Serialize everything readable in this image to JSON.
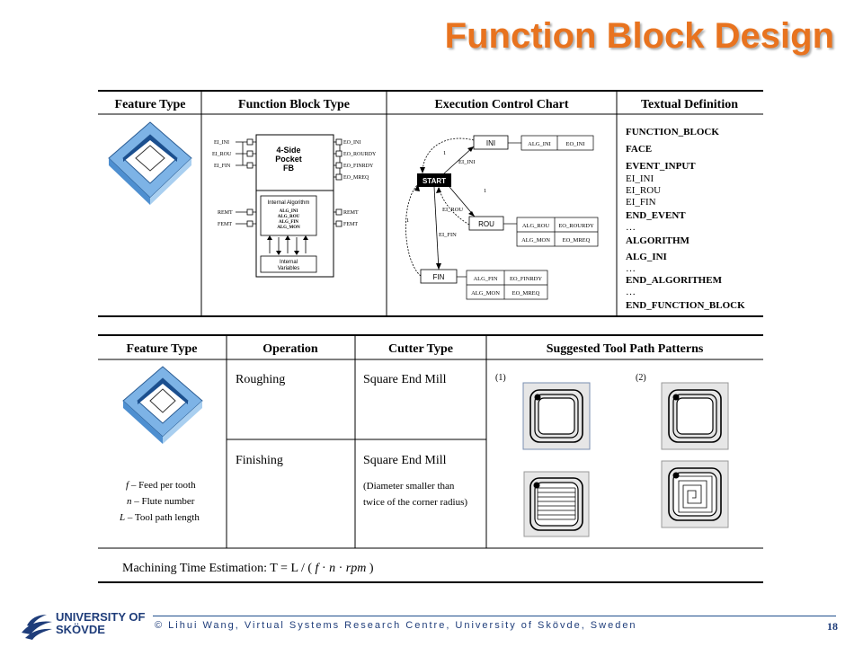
{
  "title": "Function Block Design",
  "table1": {
    "headers": [
      "Feature Type",
      "Function Block Type",
      "Execution Control Chart",
      "Textual Definition"
    ],
    "fb": {
      "inputs_top": [
        "EI_INI",
        "EI_ROU",
        "EI_FIN"
      ],
      "outputs_top": [
        "EO_INI",
        "EO_ROURDY",
        "EO_FINRDY",
        "EO_MREQ"
      ],
      "inputs_bottom": [
        "REMT",
        "FEMT"
      ],
      "outputs_bottom": [
        "REMT",
        "FEMT"
      ],
      "name": [
        "4-Side",
        "Pocket",
        "FB"
      ],
      "internal_title": "Internal Algorithm",
      "algs": [
        "ALG_INI",
        "ALG_ROU",
        "ALG_FIN",
        "ALG_MON"
      ],
      "internal_vars": [
        "Internal",
        "Variables"
      ]
    },
    "ecc": {
      "start": "START",
      "states": [
        "INI",
        "ROU",
        "FIN"
      ],
      "ini_actions": [
        [
          "ALG_INI",
          "EO_INI"
        ]
      ],
      "rou_actions": [
        [
          "ALG_ROU",
          "EO_ROURDY"
        ],
        [
          "ALG_MON",
          "EO_MREQ"
        ]
      ],
      "fin_actions": [
        [
          "ALG_FIN",
          "EO_FINRDY"
        ],
        [
          "ALG_MON",
          "EO_MREQ"
        ]
      ],
      "transitions": [
        "EI_INI",
        "EI_ROU",
        "EI_FIN"
      ],
      "ones": [
        "1",
        "1",
        "1"
      ]
    },
    "textual": [
      {
        "text": "FUNCTION_BLOCK",
        "bold": true
      },
      {
        "text": "FACE",
        "bold": true
      },
      {
        "text": "EVENT_INPUT",
        "bold": true
      },
      {
        "text": "EI_INI",
        "bold": false
      },
      {
        "text": "EI_ROU",
        "bold": false
      },
      {
        "text": "EI_FIN",
        "bold": false
      },
      {
        "text": "END_EVENT",
        "bold": true
      },
      {
        "text": "…",
        "bold": false
      },
      {
        "text": "ALGORITHM",
        "bold": true
      },
      {
        "text": "ALG_INI",
        "bold": true
      },
      {
        "text": "…",
        "bold": false
      },
      {
        "text": "END_ALGORITHEM",
        "bold": true
      },
      {
        "text": "…",
        "bold": false
      },
      {
        "text": "END_FUNCTION_BLOCK",
        "bold": true
      }
    ]
  },
  "table2": {
    "headers": [
      "Feature Type",
      "Operation",
      "Cutter Type",
      "Suggested Tool Path Patterns"
    ],
    "legend": [
      {
        "sym": "f",
        "desc": " – Feed per tooth"
      },
      {
        "sym": "n",
        "desc": " – Flute number"
      },
      {
        "sym": "L",
        "desc": " – Tool path length"
      }
    ],
    "rows": [
      {
        "operation": "Roughing",
        "cutter": "Square End Mill",
        "note": []
      },
      {
        "operation": "Finishing",
        "cutter": "Square End Mill",
        "note": [
          "(Diameter smaller than",
          "twice of the corner radius)"
        ]
      }
    ],
    "pattern_labels": [
      "(1)",
      "(2)"
    ],
    "formula_prefix": "Machining Time Estimation: T = L / ( ",
    "formula_f": "f",
    "formula_dot1": " · ",
    "formula_n": "n",
    "formula_dot2": " · ",
    "formula_rpm": "rpm",
    "formula_suffix": " )"
  },
  "footer": {
    "university": [
      "UNIVERSITY OF",
      "SKÖVDE"
    ],
    "credit": "© Lihui Wang, Virtual Systems Research Centre, University of Skövde, Sweden",
    "page": "18"
  },
  "colors": {
    "title": "#e8731f",
    "accent": "#1f3d7a",
    "pocket": "#6aa8e0"
  }
}
